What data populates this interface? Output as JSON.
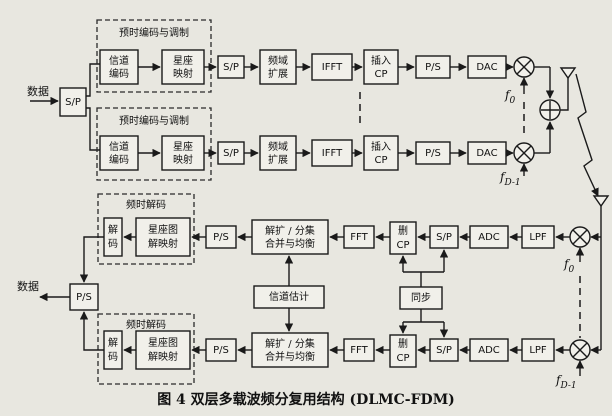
{
  "labels": {
    "data_in": "数据",
    "sp_in": "S/P",
    "group_tx1": "预时编码与调制",
    "group_tx2": "预时编码与调制",
    "chan_code": "信道编码",
    "const_map": "星座映射",
    "sp": "S/P",
    "spread": "频域扩展",
    "ifft": "IFFT",
    "insert_cp": "插入CP",
    "ps": "P/S",
    "dac": "DAC",
    "f0": "f",
    "f0_sub": "0",
    "fd1": "f",
    "fd1_sub": "D-1",
    "group_rx1": "频时解码",
    "group_rx2": "频时解码",
    "decode": "解码",
    "demap": "星座图解映射",
    "despread": "解扩 / 分集合并与均衡",
    "fft": "FFT",
    "remove_cp": "删CP",
    "adc": "ADC",
    "lpf": "LPF",
    "data_out": "数据",
    "ps_out": "P/S",
    "chan_est": "信道估计",
    "sync": "同步",
    "caption": "图 4  双层多载波频分复用结构 (DLMC-FDM)"
  }
}
